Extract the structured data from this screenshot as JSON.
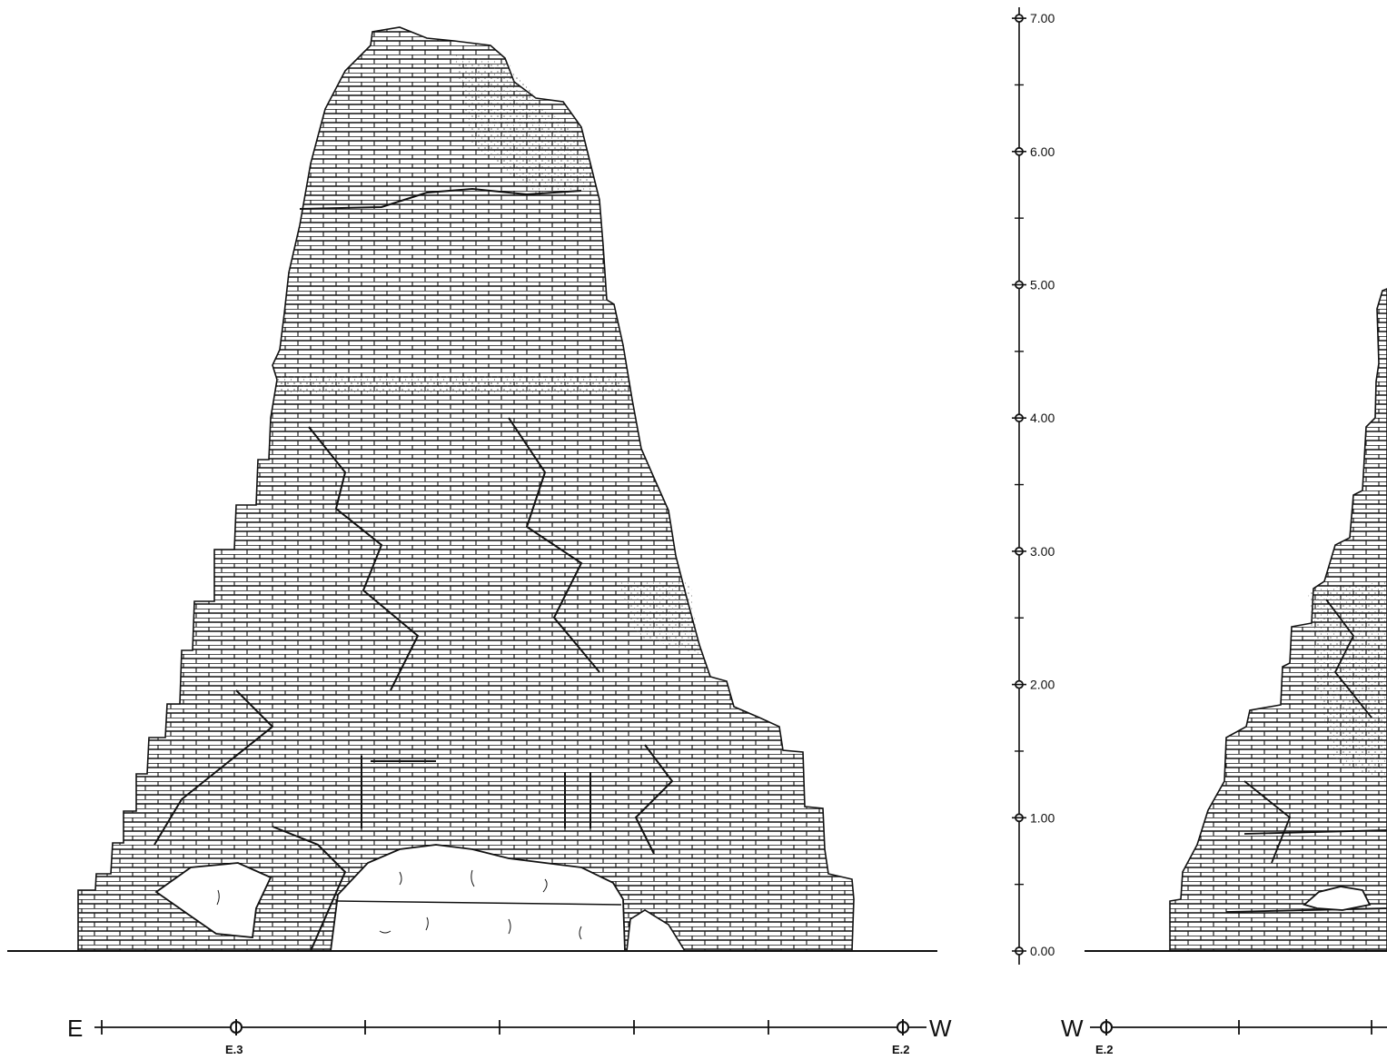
{
  "elevation_scale": {
    "ticks": [
      "0.00",
      "1.00",
      "2.00",
      "3.00",
      "4.00",
      "5.00",
      "6.00",
      "7.00"
    ]
  },
  "left_elevation": {
    "orientation_left": "E",
    "orientation_right": "W",
    "markers": [
      "E.3",
      "E.2"
    ]
  },
  "right_elevation": {
    "orientation_left": "W",
    "markers": [
      "E.2"
    ]
  },
  "colors": {
    "ink": "#111111",
    "paper": "#ffffff",
    "stipple": "#555555"
  }
}
